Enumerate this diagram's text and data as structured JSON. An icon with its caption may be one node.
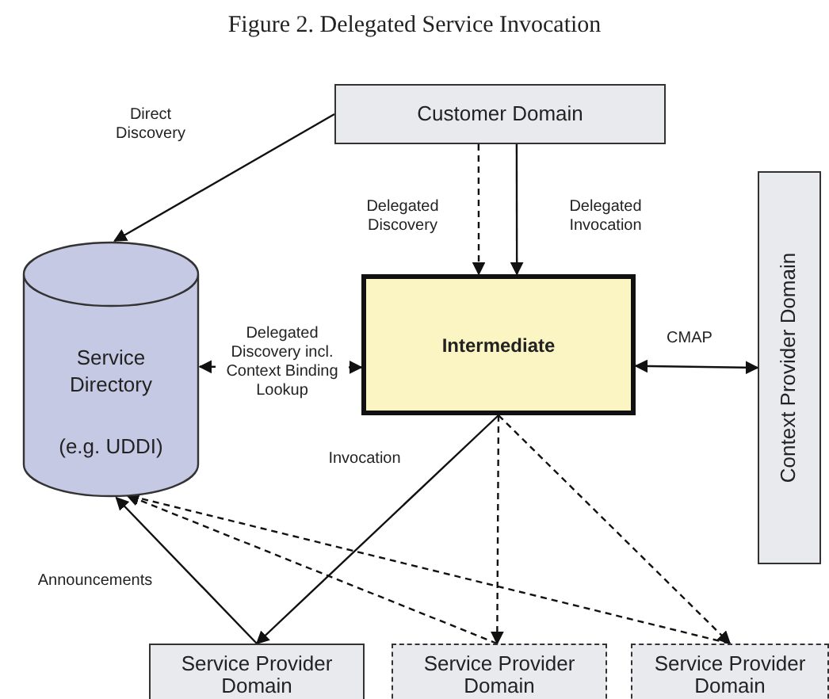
{
  "diagram": {
    "title": "Figure 2. Delegated Service Invocation",
    "nodes": [
      {
        "text": [
          "Customer Domain"
        ]
      },
      {
        "text": [
          "Service Directory",
          "(e.g. UDDI)"
        ]
      },
      {
        "text": [
          "Intermediate"
        ]
      },
      {
        "text": [
          "Context Provider Domain"
        ]
      },
      {
        "text": [
          "Service Provider Domain"
        ]
      },
      {
        "text": [
          "Service Provider Domain"
        ]
      },
      {
        "text": [
          "Service Provider Domain"
        ]
      }
    ],
    "edges": [
      {
        "from": 0,
        "to": 1,
        "arrow": "to",
        "label": "Direct Discovery"
      },
      {
        "from": 0,
        "to": 2,
        "arrow": "to",
        "label": "Delegated Discovery",
        "style": "dashed"
      },
      {
        "from": 0,
        "to": 2,
        "arrow": "to",
        "label": "Delegated Invocation"
      },
      {
        "from": 1,
        "to": 2,
        "arrow": "both",
        "label": "Delegated Discovery incl. Context Binding Lookup"
      },
      {
        "from": 2,
        "to": 3,
        "arrow": "both",
        "label": "CMAP"
      },
      {
        "from": 2,
        "to": 4,
        "arrow": "to",
        "label": "Invocation"
      },
      {
        "from": 2,
        "to": 5,
        "arrow": "to",
        "style": "dashed"
      },
      {
        "from": 2,
        "to": 6,
        "arrow": "to",
        "style": "dashed"
      },
      {
        "from": 4,
        "to": 1,
        "arrow": "to",
        "label": "Announcements"
      },
      {
        "from": 5,
        "to": 1,
        "arrow": "to",
        "style": "dashed"
      },
      {
        "from": 6,
        "to": 1,
        "arrow": "to",
        "style": "dashed"
      }
    ]
  }
}
